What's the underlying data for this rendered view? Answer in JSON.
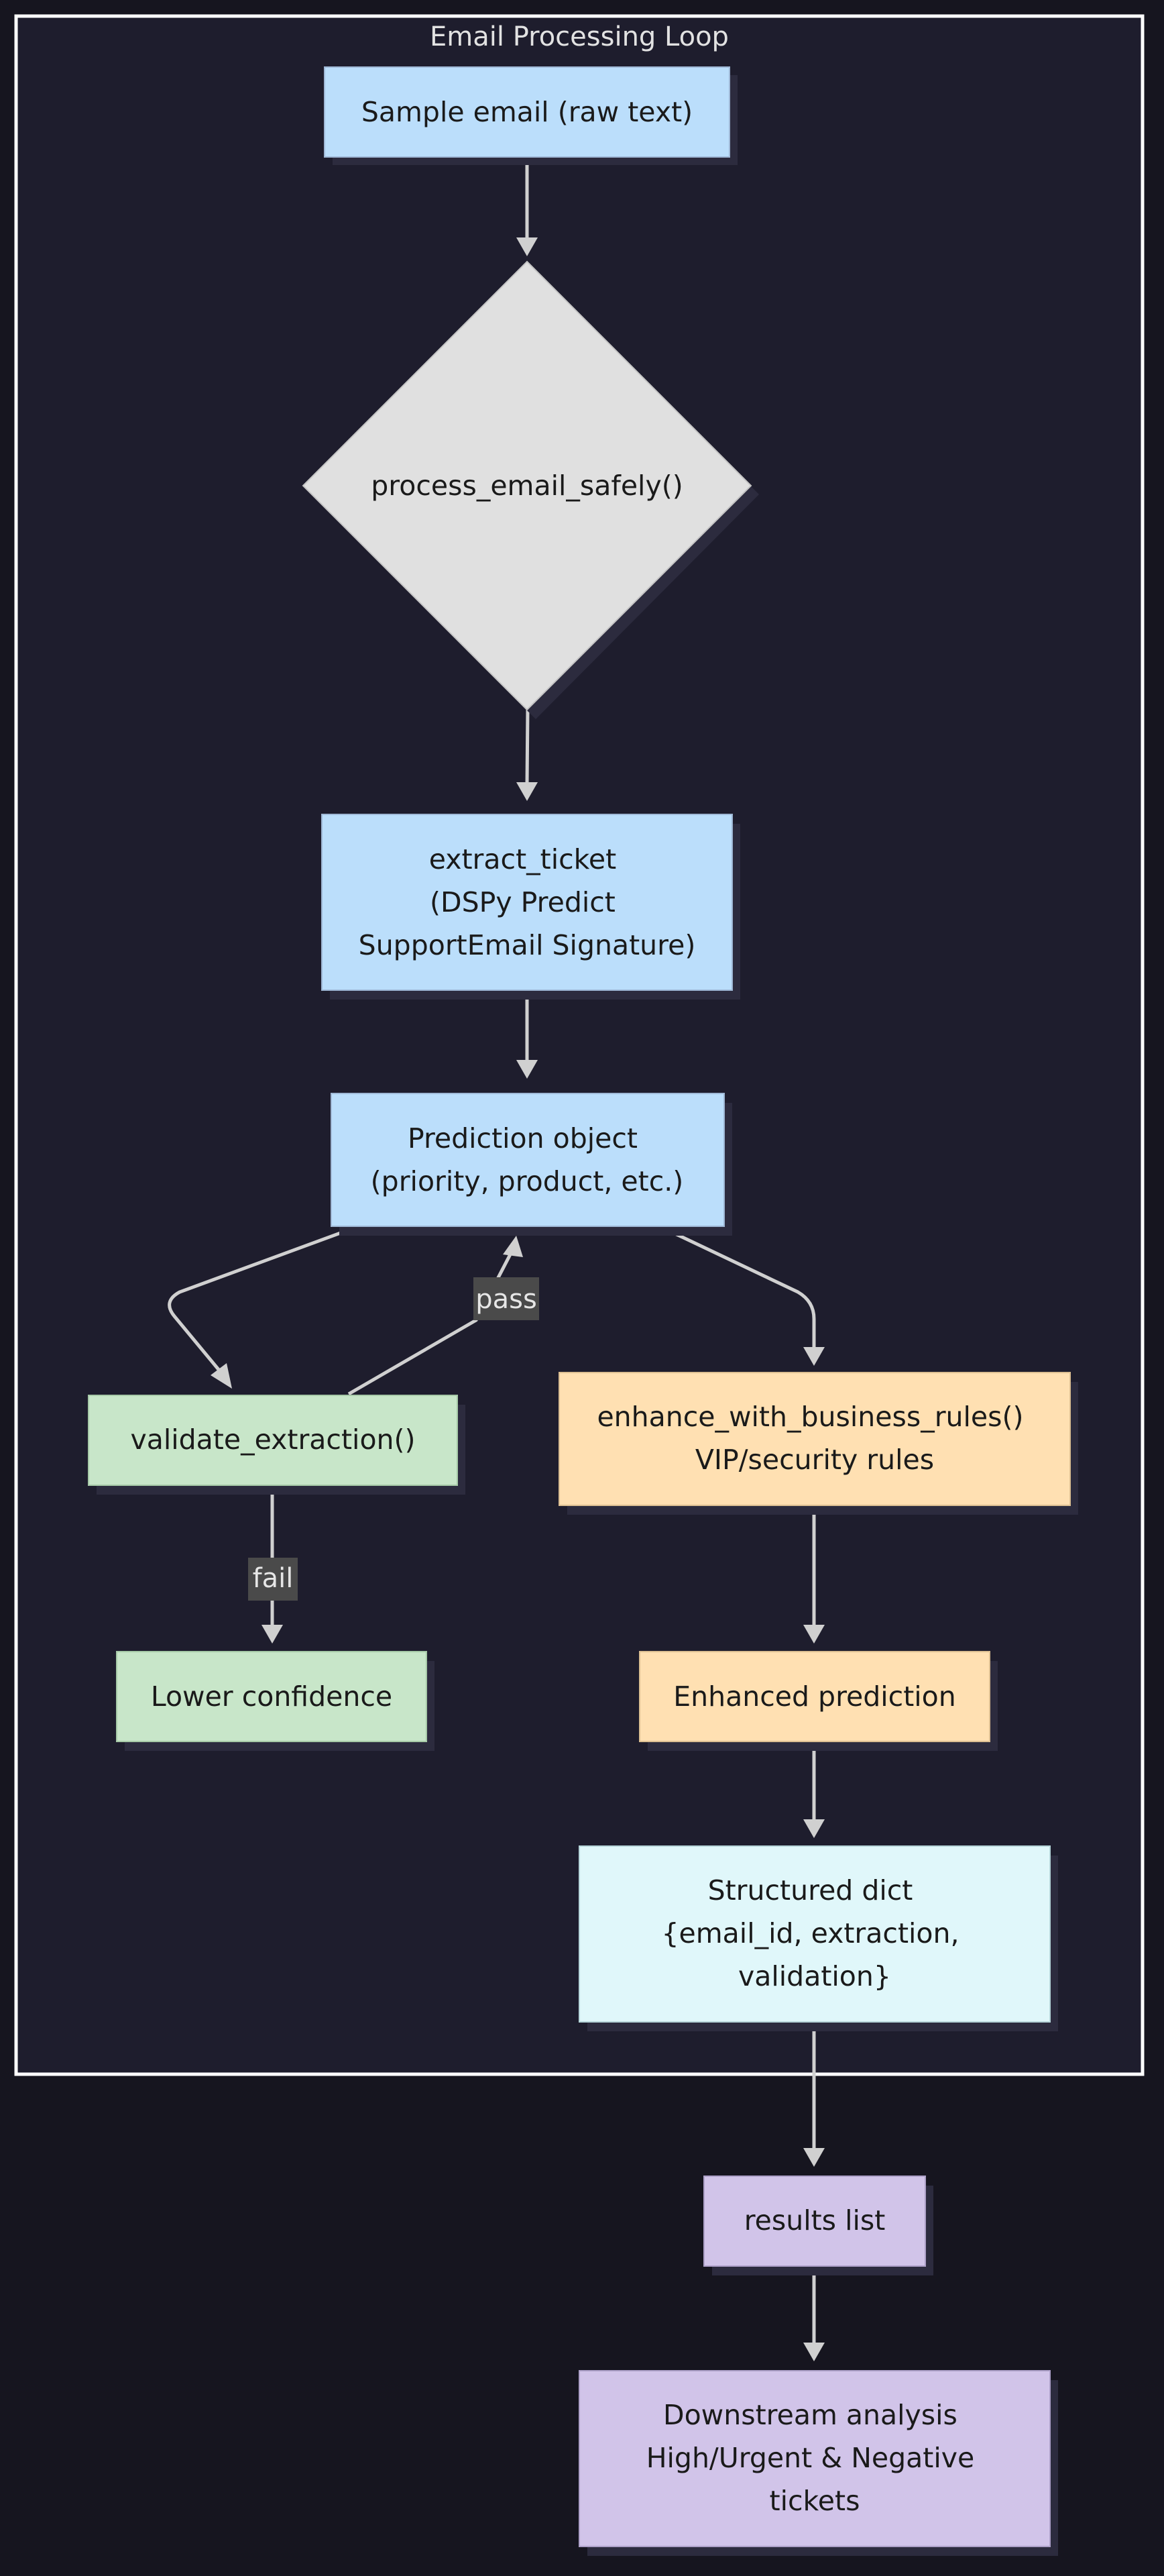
{
  "subgraph": {
    "title": "Email Processing Loop"
  },
  "nodes": {
    "sample_email": {
      "lines": [
        "Sample email (raw text)"
      ],
      "color": "#bbdefb"
    },
    "process_email": {
      "lines": [
        "process_email_safely()"
      ],
      "color": "#e0e0e0"
    },
    "extract_ticket": {
      "lines": [
        "extract_ticket",
        "(DSPy Predict",
        "SupportEmail Signature)"
      ],
      "color": "#bbdefb"
    },
    "prediction_object": {
      "lines": [
        "Prediction object",
        "(priority, product, etc.)"
      ],
      "color": "#bbdefb"
    },
    "validate_extraction": {
      "lines": [
        "validate_extraction()"
      ],
      "color": "#c8e6c9"
    },
    "enhance_rules": {
      "lines": [
        "enhance_with_business_rules()",
        "VIP/security rules"
      ],
      "color": "#ffe0b2"
    },
    "lower_confidence": {
      "lines": [
        "Lower confidence"
      ],
      "color": "#c8e6c9"
    },
    "enhanced_prediction": {
      "lines": [
        "Enhanced prediction"
      ],
      "color": "#ffe0b2"
    },
    "structured_dict": {
      "lines": [
        "Structured dict",
        "{email_id, extraction,",
        "validation}"
      ],
      "color": "#e0f7fa"
    },
    "results_list": {
      "lines": [
        "results list"
      ],
      "color": "#d1c4e9"
    },
    "downstream": {
      "lines": [
        "Downstream analysis",
        "High/Urgent & Negative",
        "tickets"
      ],
      "color": "#d1c4e9"
    }
  },
  "edge_labels": {
    "pass": "pass",
    "fail": "fail"
  },
  "colors": {
    "background": "#16151f",
    "subgraph_fill": "#1e1d2d",
    "subgraph_border": "#ffffff",
    "edge": "#d0d0d0",
    "label_bg": "#4a4a4a"
  }
}
